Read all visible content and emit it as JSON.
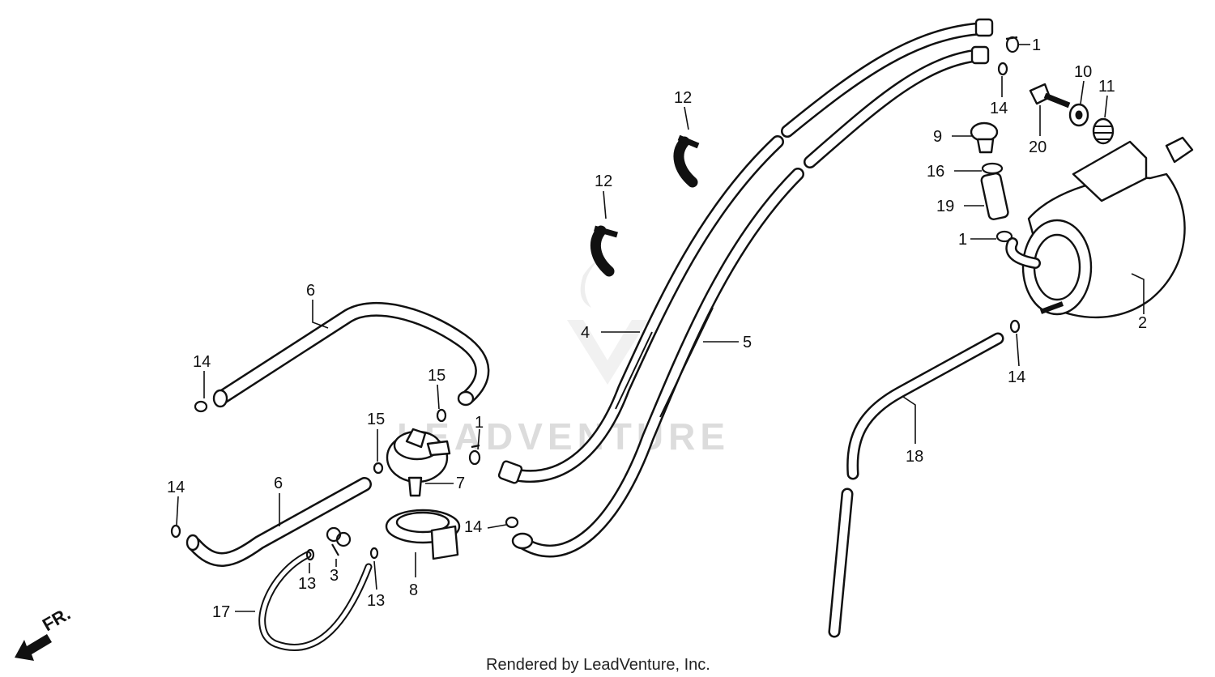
{
  "diagram": {
    "watermark": "LEADVENTURE",
    "footer": "Rendered by LeadVenture, Inc.",
    "direction_label": "FR.",
    "callouts": [
      "1",
      "1",
      "1",
      "2",
      "3",
      "4",
      "5",
      "6",
      "6",
      "7",
      "8",
      "9",
      "10",
      "11",
      "12",
      "12",
      "13",
      "13",
      "14",
      "14",
      "14",
      "14",
      "14",
      "15",
      "15",
      "16",
      "17",
      "18",
      "19",
      "20"
    ]
  }
}
